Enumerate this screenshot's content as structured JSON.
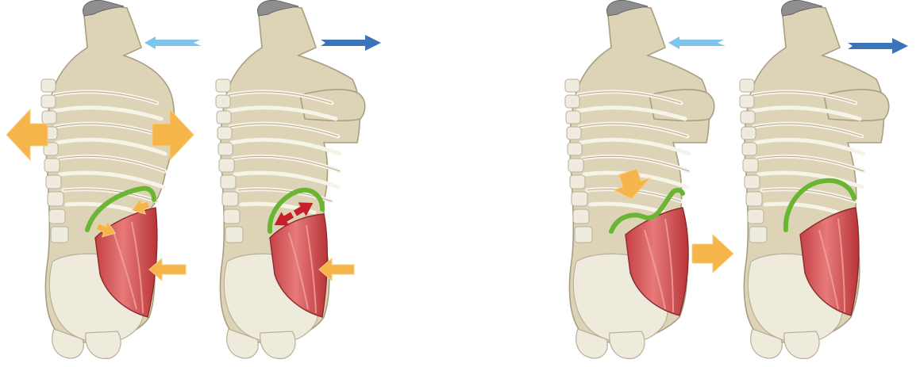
{
  "figure": {
    "panels": [
      {
        "id": "panel-1",
        "breath": "in"
      },
      {
        "id": "panel-2",
        "breath": "out"
      },
      {
        "id": "panel-3",
        "breath": "in"
      },
      {
        "id": "panel-4",
        "breath": "out"
      }
    ],
    "colors": {
      "skin": "#ddd3b6",
      "bone": "#eeebdc",
      "muscle": "#d9575a",
      "diaphragm": "#6ab534",
      "expansion_arrow": "#f5b54a",
      "compression_arrow": "#c8202a",
      "inhale_arrow": "#7ec4ec",
      "exhale_arrow": "#3b74b8"
    },
    "icons": [
      "inhale-arrow-icon",
      "exhale-arrow-icon",
      "expansion-arrow-icon",
      "compression-arrow-icon"
    ]
  }
}
